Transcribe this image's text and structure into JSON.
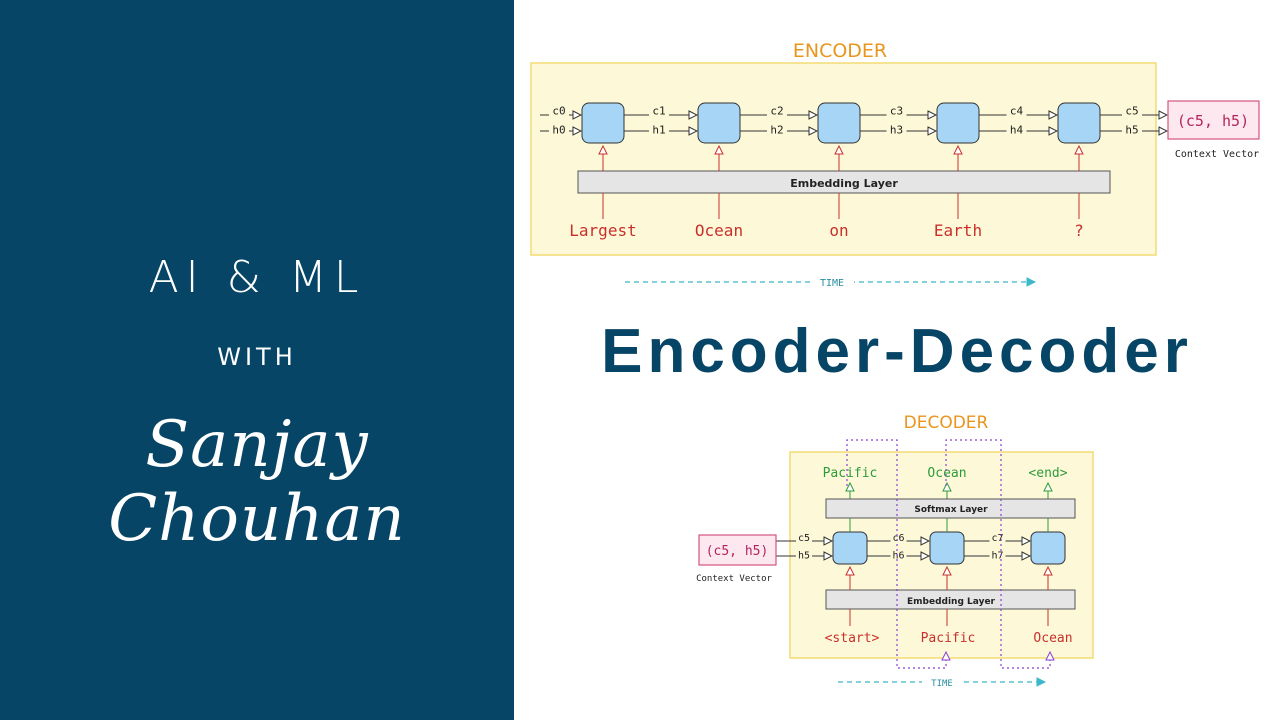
{
  "branding": {
    "series_title": "AI & ML",
    "with_label": "WITH",
    "author": "Sanjay Chouhan"
  },
  "main_title": "Encoder-Decoder",
  "encoder": {
    "title": "ENCODER",
    "cell_states": [
      "c0",
      "c1",
      "c2",
      "c3",
      "c4",
      "c5"
    ],
    "hidden_states": [
      "h0",
      "h1",
      "h2",
      "h3",
      "h4",
      "h5"
    ],
    "embedding_label": "Embedding Layer",
    "input_tokens": [
      "Largest",
      "Ocean",
      "on",
      "Earth",
      "?"
    ],
    "context_vector": "(c5, h5)",
    "context_label": "Context Vector",
    "time_label": "TIME"
  },
  "decoder": {
    "title": "DECODER",
    "output_tokens": [
      "Pacific",
      "Ocean",
      "<end>"
    ],
    "softmax_label": "Softmax Layer",
    "cell_states": [
      "c5",
      "c6",
      "c7"
    ],
    "hidden_states": [
      "h5",
      "h6",
      "h7"
    ],
    "embedding_label": "Embedding Layer",
    "input_tokens": [
      "<start>",
      "Pacific",
      "Ocean"
    ],
    "context_vector": "(c5, h5)",
    "context_label": "Context Vector",
    "time_label": "TIME"
  },
  "colors": {
    "panel_bg": "#074566",
    "title_color": "#074566",
    "section_title": "#e8961e",
    "box_fill": "#fdf9d8",
    "box_stroke": "#f2dc72",
    "cell_fill": "#a6d5f5",
    "input_token": "#c9302c",
    "output_token": "#2e9b3b",
    "context_fill": "#fde8ef",
    "context_stroke": "#d45484",
    "time_arrow": "#3bb8c9",
    "feedback": "#8a3fd1"
  }
}
